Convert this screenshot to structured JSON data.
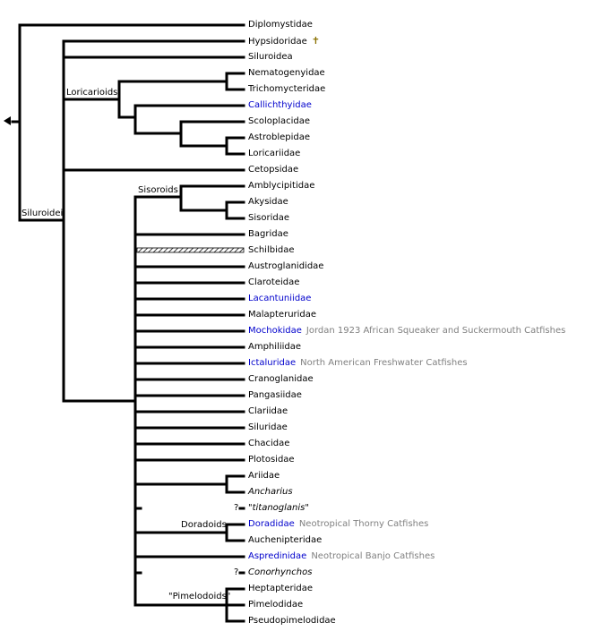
{
  "taxa": [
    {
      "label": "Diplomystidae"
    },
    {
      "label": "Hypsidoridae",
      "icon": "fossil-icon"
    },
    {
      "label": "Siluroidea"
    },
    {
      "label": "Nematogenyidae"
    },
    {
      "label": "Trichomycteridae"
    },
    {
      "label": "Callichthyidae",
      "link": true
    },
    {
      "label": "Scoloplacidae"
    },
    {
      "label": "Astroblepidae"
    },
    {
      "label": "Loricariidae"
    },
    {
      "label": "Cetopsidae"
    },
    {
      "label": "Amblycipitidae"
    },
    {
      "label": "Akysidae"
    },
    {
      "label": "Sisoridae"
    },
    {
      "label": "Bagridae"
    },
    {
      "label": "Schilbidae",
      "hatched": true
    },
    {
      "label": "Austroglanididae"
    },
    {
      "label": "Claroteidae"
    },
    {
      "label": "Lacantuniidae",
      "link": true
    },
    {
      "label": "Malapteruridae"
    },
    {
      "label": "Mochokidae",
      "link": true,
      "desc": "Jordan 1923  African Squeaker and Suckermouth Catfishes"
    },
    {
      "label": "Amphiliidae"
    },
    {
      "label": "Ictaluridae",
      "link": true,
      "desc": "North American Freshwater Catfishes"
    },
    {
      "label": "Cranoglanidae"
    },
    {
      "label": "Pangasiidae"
    },
    {
      "label": "Clariidae"
    },
    {
      "label": "Siluridae"
    },
    {
      "label": "Chacidae"
    },
    {
      "label": "Plotosidae"
    },
    {
      "label": "Ariidae"
    },
    {
      "label": "Ancharius",
      "italic": true
    },
    {
      "label": "\"titanoglanis\"",
      "italic": true,
      "uncertain": true
    },
    {
      "label": "Doradidae",
      "link": true,
      "desc": "Neotropical Thorny Catfishes"
    },
    {
      "label": "Auchenipteridae"
    },
    {
      "label": "Aspredinidae",
      "link": true,
      "desc": "Neotropical Banjo Catfishes"
    },
    {
      "label": "Conorhynchos",
      "italic": true,
      "uncertain": true
    },
    {
      "label": "Heptapteridae"
    },
    {
      "label": "Pimelodidae"
    },
    {
      "label": "Pseudopimelodidae"
    }
  ],
  "clades": {
    "siluroidei": "Siluroidei",
    "loricarioids": "Loricarioids",
    "sisoroids": "Sisoroids",
    "doradoids": "Doradoids",
    "pimelodoids": "\"Pimelodoids\""
  },
  "uncertain_mark": "?",
  "colors": {
    "link": "#0000cc",
    "desc": "#808080",
    "line": "#000000"
  }
}
